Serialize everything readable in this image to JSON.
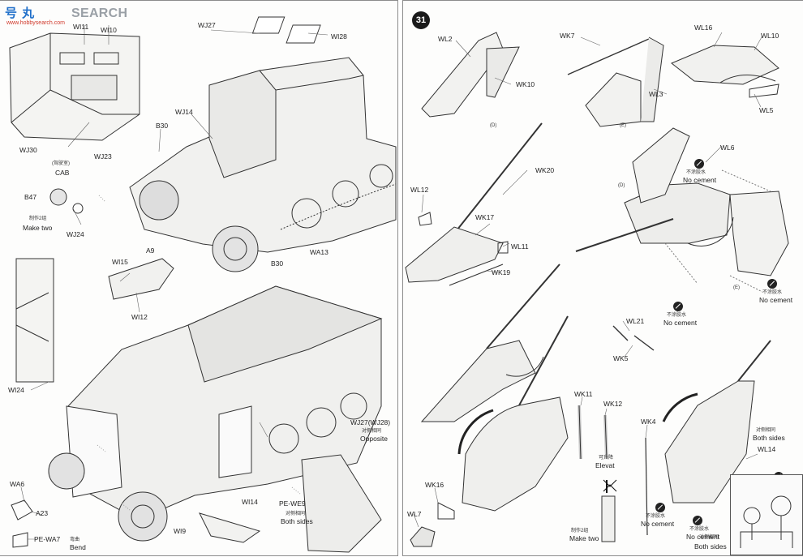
{
  "watermark": {
    "logo": "号 丸",
    "brand": "SEARCH",
    "url": "www.hobbysearch.com"
  },
  "step_number": "31",
  "left_panel": {
    "labels": {
      "wi11": "WI11",
      "wi10": "WI10",
      "wj27": "WJ27",
      "wi28": "WI28",
      "wj14": "WJ14",
      "b30a": "B30",
      "wj30": "WJ30",
      "wj23": "WJ23",
      "cab_cn": "(驾驶室)",
      "cab": "CAB",
      "b47": "B47",
      "make_two_cn": "制作2组",
      "make_two": "Make two",
      "wj24": "WJ24",
      "a9": "A9",
      "b30b": "B30",
      "wa13": "WA13",
      "wi15": "WI15",
      "wi12": "WI12",
      "wi24": "WI24",
      "wj27b": "WJ27(WJ28)",
      "opposite_cn": "对侧相同",
      "opposite": "Opposite",
      "wa6": "WA6",
      "a23": "A23",
      "pe_wa7": "PE-WA7",
      "bend_cn": "弯曲",
      "bend": "Bend",
      "wi14": "WI14",
      "wi9": "WI9",
      "pe_we9": "PE-WE9",
      "both_sides_cn": "对侧相同",
      "both_sides": "Both sides"
    }
  },
  "right_panel": {
    "labels": {
      "wl2": "WL2",
      "wk10a": "WK10",
      "d1": "(D)",
      "wk7": "WK7",
      "wl3": "WL3",
      "e1": "(E)",
      "wl16": "WL16",
      "wl10": "WL10",
      "wl5": "WL5",
      "wk20": "WK20",
      "wl12": "WL12",
      "wk17": "WK17",
      "wl11": "WL11",
      "wk19": "WK19",
      "wl6": "WL6",
      "d2": "(D)",
      "e2": "(E)",
      "nc_cn": "不涂胶水",
      "nc": "No cement",
      "wl21": "WL21",
      "wk5": "WK5",
      "wk11": "WK11",
      "wk12": "WK12",
      "elev_cn": "可升降",
      "elev": "Elevat",
      "wk4": "WK4",
      "both_sides_cn": "对侧相同",
      "both_sides": "Both sides",
      "wl14": "WL14",
      "wk16": "WK16",
      "wl7": "WL7",
      "make_two_cn": "制作2组",
      "make_two": "Make two"
    }
  }
}
